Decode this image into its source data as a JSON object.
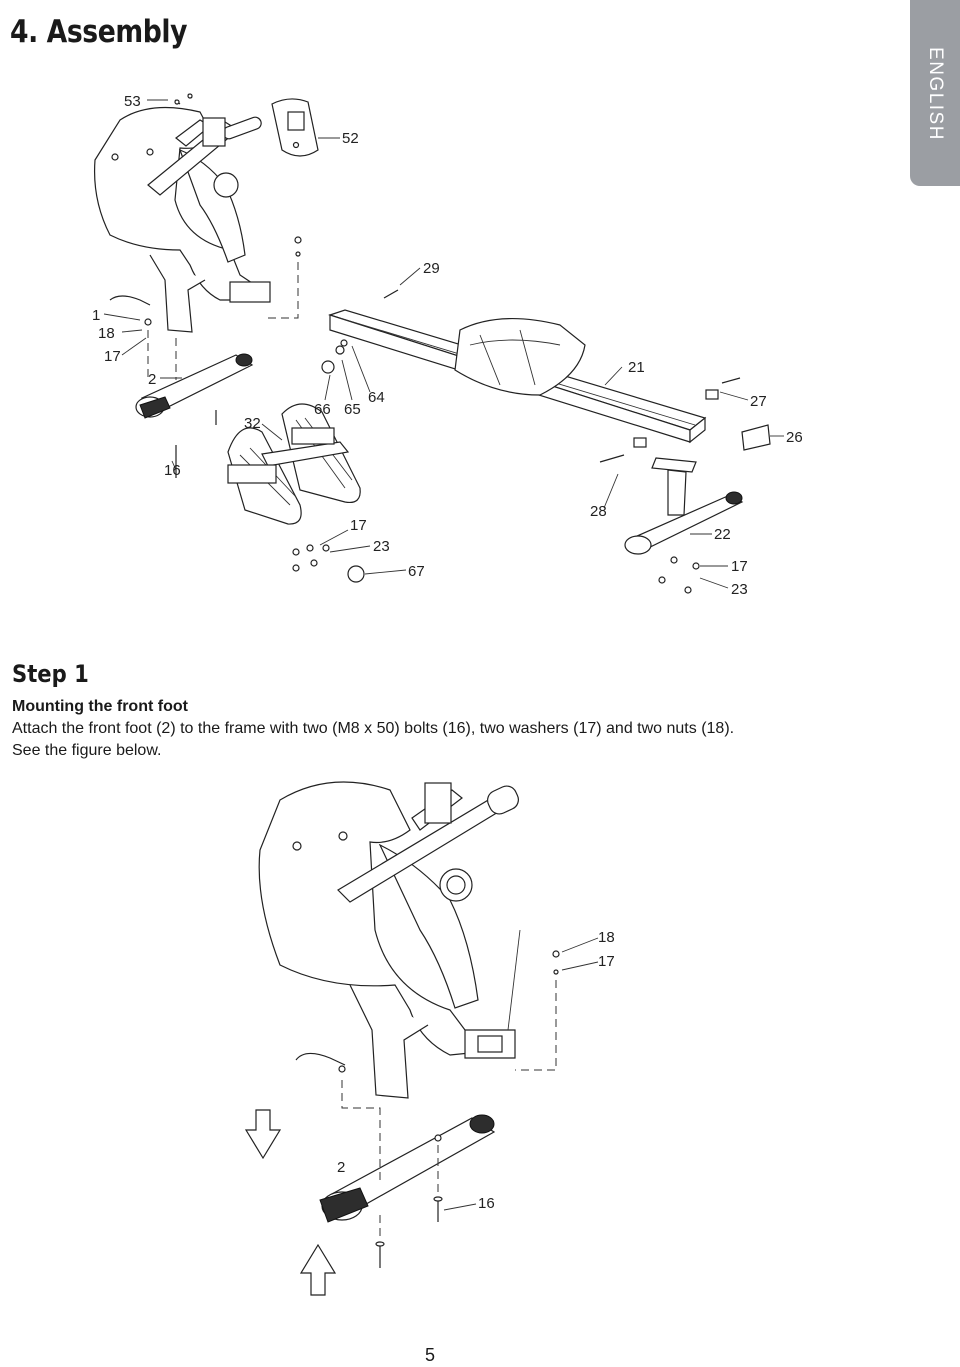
{
  "header": {
    "title": "4. Assembly",
    "language_tab": "ENGLISH"
  },
  "exploded_view": {
    "labels": [
      "53",
      "52",
      "29",
      "1",
      "18",
      "17",
      "2",
      "32",
      "66",
      "65",
      "64",
      "21",
      "27",
      "26",
      "16",
      "17",
      "23",
      "67",
      "28",
      "22",
      "17",
      "23"
    ]
  },
  "step": {
    "title": "Step 1",
    "subtitle": "Mounting the front foot",
    "lines": [
      "Attach the front foot (2) to the frame with two (M8 x 50) bolts (16), two washers (17) and two nuts (18).",
      "See the figure below."
    ]
  },
  "step_figure": {
    "labels": [
      "18",
      "17",
      "2",
      "16"
    ]
  },
  "footer": {
    "page_number": "5"
  }
}
